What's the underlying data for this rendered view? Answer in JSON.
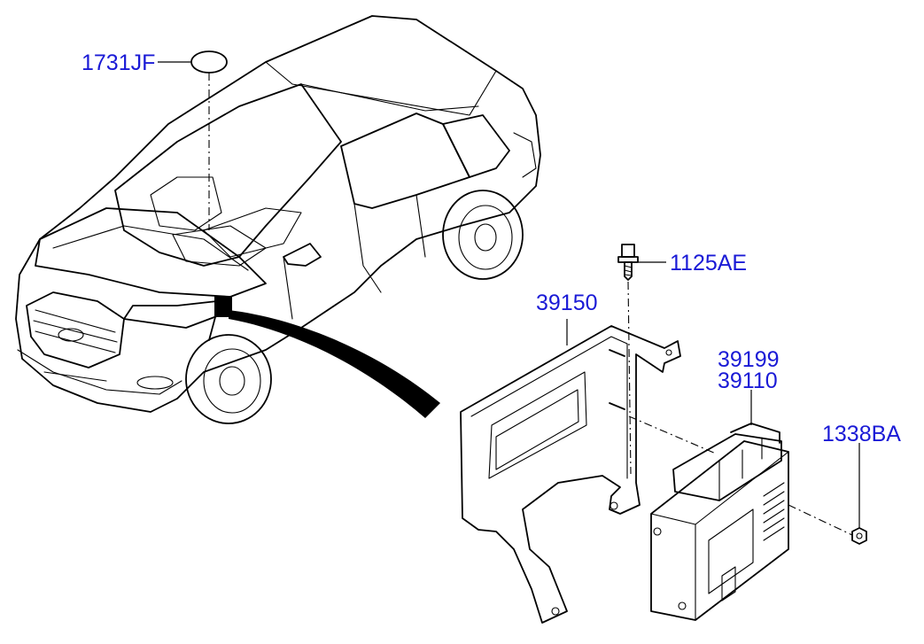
{
  "diagram": {
    "parts": [
      {
        "id": "p1731",
        "code": "1731JF"
      },
      {
        "id": "p1125",
        "code": "1125AE"
      },
      {
        "id": "p39150",
        "code": "39150"
      },
      {
        "id": "p39199",
        "code": "39199"
      },
      {
        "id": "p39110",
        "code": "39110"
      },
      {
        "id": "p1338",
        "code": "1338BA"
      }
    ],
    "colors": {
      "label": "#1a1ad6",
      "line": "#000000",
      "background": "#ffffff"
    }
  }
}
